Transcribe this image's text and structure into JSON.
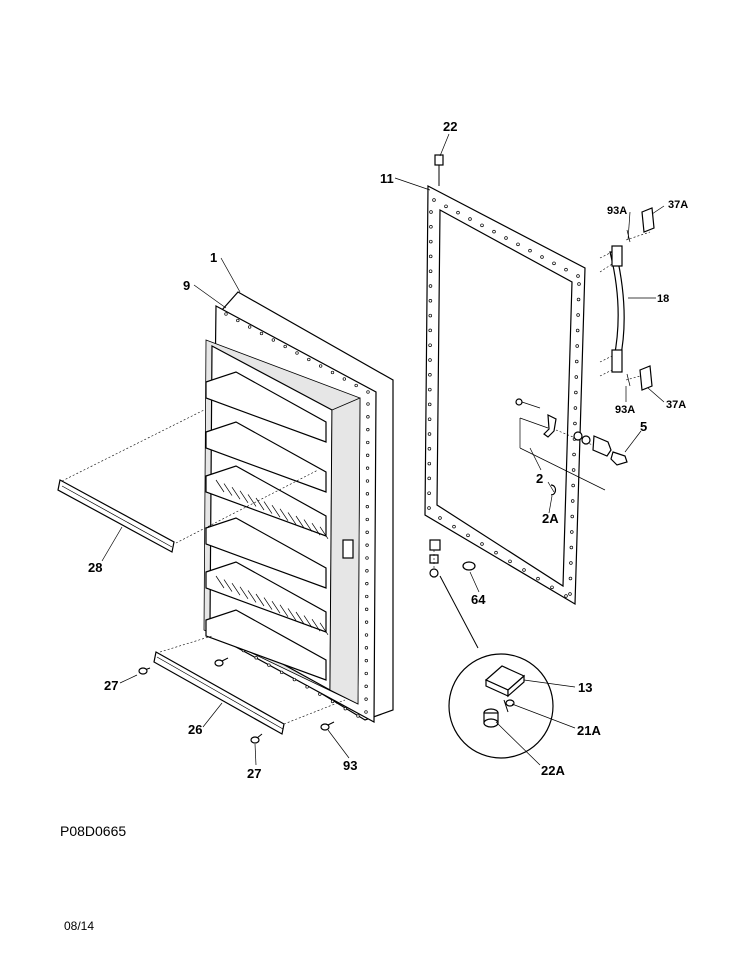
{
  "diagram": {
    "id_code": "P08D0665",
    "date_code": "08/14",
    "callouts": {
      "c22": "22",
      "c11": "11",
      "c1": "1",
      "c9": "9",
      "c93A_top": "93A",
      "c37A_top": "37A",
      "c18": "18",
      "c93A_bottom": "93A",
      "c37A_bottom": "37A",
      "c5": "5",
      "c2": "2",
      "c2A": "2A",
      "c28": "28",
      "c64": "64",
      "c27_left": "27",
      "c26": "26",
      "c27_bottom": "27",
      "c93": "93",
      "c13": "13",
      "c21A": "21A",
      "c22A": "22A"
    }
  }
}
